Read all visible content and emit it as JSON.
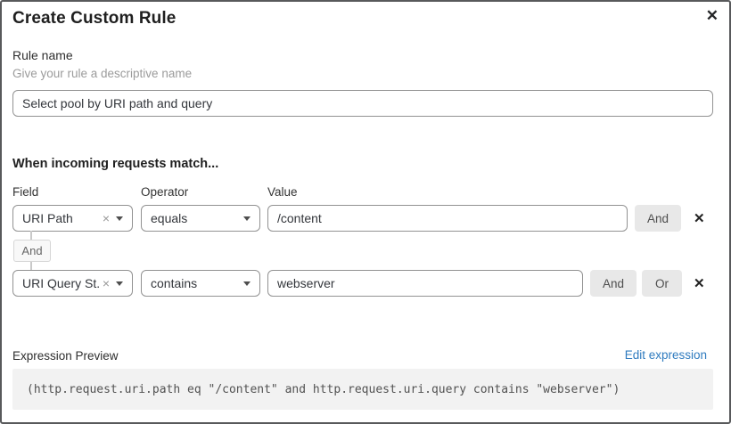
{
  "dialog": {
    "title": "Create Custom Rule",
    "close_icon": "✕"
  },
  "rule_name": {
    "label": "Rule name",
    "help": "Give your rule a descriptive name",
    "value": "Select pool by URI path and query"
  },
  "matcher": {
    "heading": "When incoming requests match...",
    "columns": {
      "field": "Field",
      "operator": "Operator",
      "value": "Value"
    },
    "rows": [
      {
        "field": "URI Path",
        "operator": "equals",
        "value": "/content",
        "buttons": [
          "And"
        ],
        "delete_icon": "✕",
        "clear_icon": "×"
      },
      {
        "field": "URI Query St...",
        "operator": "contains",
        "value": "webserver",
        "buttons": [
          "And",
          "Or"
        ],
        "delete_icon": "✕",
        "clear_icon": "×"
      }
    ],
    "connector_label": "And"
  },
  "expression": {
    "label": "Expression Preview",
    "edit_link": "Edit expression",
    "code": "(http.request.uri.path eq \"/content\" and http.request.uri.query contains \"webserver\")"
  },
  "colors": {
    "link_blue": "#2f7bbf",
    "button_gray": "#e8e8e8",
    "border_gray": "#929292",
    "code_bg": "#f2f2f2",
    "dialog_border": "#58595b"
  }
}
